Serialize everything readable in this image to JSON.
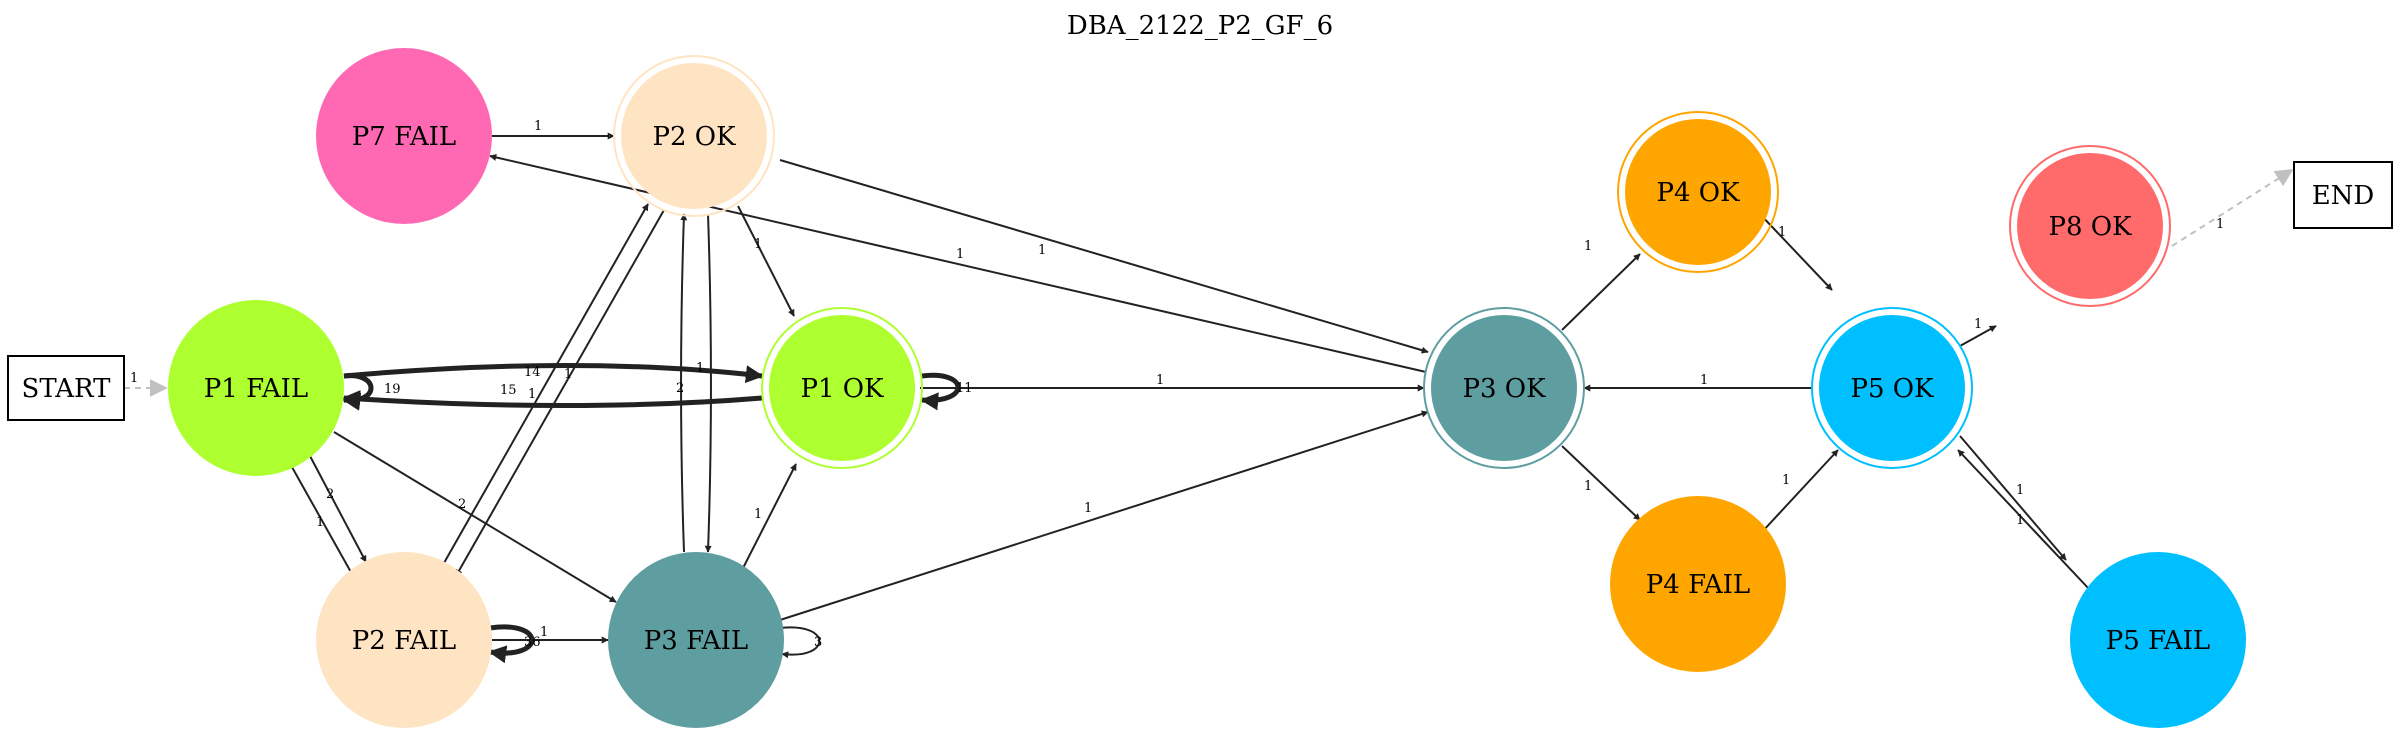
{
  "title": "DBA_2122_P2_GF_6",
  "nodes": {
    "start": {
      "label": "START"
    },
    "end": {
      "label": "END"
    },
    "p1fail": {
      "label": "P1 FAIL",
      "color": "#adff2f"
    },
    "p1ok": {
      "label": "P1 OK",
      "color": "#adff2f"
    },
    "p2ok": {
      "label": "P2 OK",
      "color": "#ffe4c4"
    },
    "p2fail": {
      "label": "P2 FAIL",
      "color": "#ffe4c4"
    },
    "p3fail": {
      "label": "P3 FAIL",
      "color": "#5f9ea0"
    },
    "p3ok": {
      "label": "P3 OK",
      "color": "#5f9ea0"
    },
    "p4ok": {
      "label": "P4 OK",
      "color": "#ffa500"
    },
    "p4fail": {
      "label": "P4 FAIL",
      "color": "#ffa500"
    },
    "p5ok": {
      "label": "P5 OK",
      "color": "#00bfff"
    },
    "p5fail": {
      "label": "P5 FAIL",
      "color": "#00bfff"
    },
    "p7fail": {
      "label": "P7 FAIL",
      "color": "#ff69b4"
    },
    "p8ok": {
      "label": "P8 OK",
      "color": "#ff6a6a"
    }
  },
  "edges": [
    {
      "from": "START",
      "to": "P1 FAIL",
      "label": "1"
    },
    {
      "from": "P1 FAIL",
      "to": "P1 FAIL",
      "label": "19"
    },
    {
      "from": "P1 FAIL",
      "to": "P1 OK",
      "label": "14"
    },
    {
      "from": "P1 OK",
      "to": "P1 FAIL",
      "label": "15"
    },
    {
      "from": "P1 FAIL",
      "to": "P2 FAIL",
      "label": "2"
    },
    {
      "from": "P2 FAIL",
      "to": "P1 FAIL",
      "label": "1"
    },
    {
      "from": "P1 FAIL",
      "to": "P3 FAIL",
      "label": "2"
    },
    {
      "from": "P2 OK",
      "to": "P1 OK",
      "label": "1"
    },
    {
      "from": "P2 OK",
      "to": "P2 FAIL",
      "label": "1"
    },
    {
      "from": "P2 FAIL",
      "to": "P2 OK",
      "label": "1"
    },
    {
      "from": "P2 OK",
      "to": "P3 FAIL",
      "label": "1"
    },
    {
      "from": "P3 FAIL",
      "to": "P2 OK",
      "label": "2"
    },
    {
      "from": "P2 OK",
      "to": "P3 OK",
      "label": "1"
    },
    {
      "from": "P2 FAIL",
      "to": "P2 FAIL",
      "label": "36"
    },
    {
      "from": "P2 FAIL",
      "to": "P3 FAIL",
      "label": "1"
    },
    {
      "from": "P3 FAIL",
      "to": "P3 FAIL",
      "label": "3"
    },
    {
      "from": "P3 FAIL",
      "to": "P1 OK",
      "label": "1"
    },
    {
      "from": "P3 FAIL",
      "to": "P3 OK",
      "label": "1"
    },
    {
      "from": "P1 OK",
      "to": "P1 OK",
      "label": "11"
    },
    {
      "from": "P1 OK",
      "to": "P3 OK",
      "label": "1"
    },
    {
      "from": "P7 FAIL",
      "to": "P2 OK",
      "label": "1"
    },
    {
      "from": "P3 OK",
      "to": "P7 FAIL",
      "label": "1"
    },
    {
      "from": "P3 OK",
      "to": "P4 OK",
      "label": "1"
    },
    {
      "from": "P3 OK",
      "to": "P4 FAIL",
      "label": "1"
    },
    {
      "from": "P4 OK",
      "to": "P5 OK",
      "label": "1"
    },
    {
      "from": "P4 FAIL",
      "to": "P5 OK",
      "label": "1"
    },
    {
      "from": "P5 OK",
      "to": "P3 OK",
      "label": "1"
    },
    {
      "from": "P5 OK",
      "to": "P8 OK",
      "label": "1"
    },
    {
      "from": "P5 OK",
      "to": "P5 FAIL",
      "label": "1"
    },
    {
      "from": "P5 FAIL",
      "to": "P5 OK",
      "label": "1"
    },
    {
      "from": "P8 OK",
      "to": "END",
      "label": "1"
    }
  ]
}
